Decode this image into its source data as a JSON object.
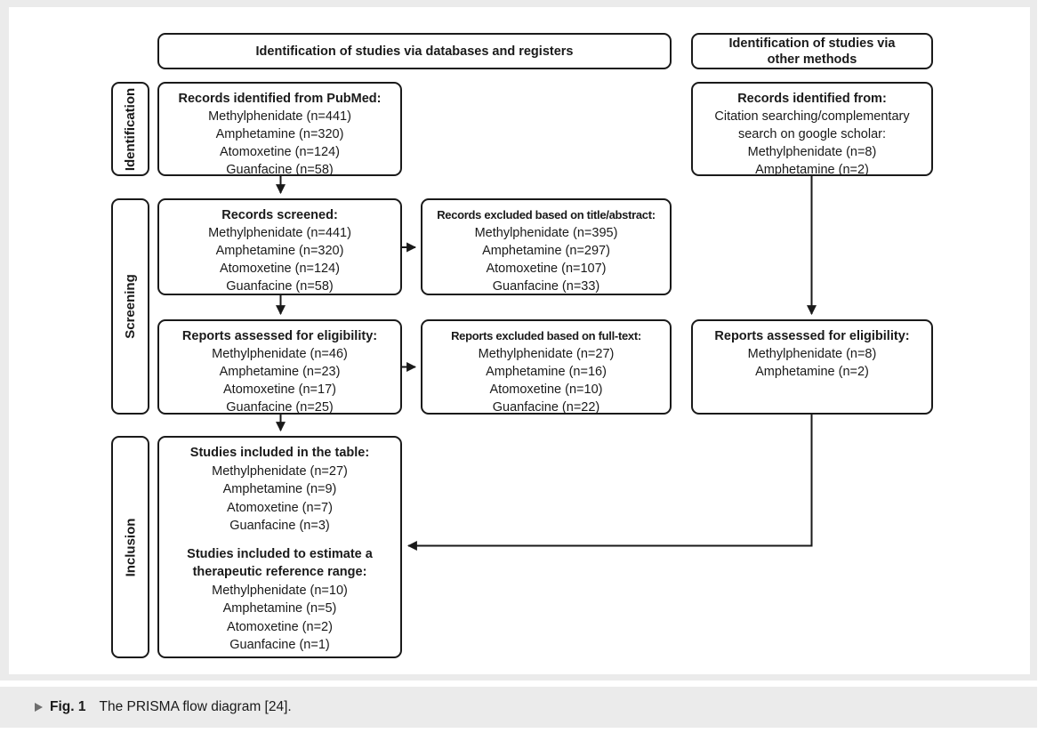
{
  "colors": {
    "ink": "#1a1a1a",
    "panel_gray": "#ebebeb",
    "caption_marker_gray": "#6e6e6e"
  },
  "headers": {
    "databases": {
      "line1": "Identification of studies via databases and registers"
    },
    "other": {
      "line1": "Identification of studies via",
      "line2": "other methods"
    }
  },
  "stage_labels": {
    "identification": "Identification",
    "screening": "Screening",
    "inclusion": "Inclusion"
  },
  "boxes": {
    "records_pubmed": {
      "title": "Records identified from PubMed:",
      "lines": [
        "Methylphenidate (n=441)",
        "Amphetamine (n=320)",
        "Atomoxetine (n=124)",
        "Guanfacine (n=58)"
      ]
    },
    "records_other": {
      "title": "Records identified from:",
      "subtitle_lines": [
        "Citation searching/complementary",
        "search on google scholar:"
      ],
      "lines": [
        "Methylphenidate (n=8)",
        "Amphetamine (n=2)"
      ]
    },
    "records_screened": {
      "title": "Records screened:",
      "lines": [
        "Methylphenidate (n=441)",
        "Amphetamine (n=320)",
        "Atomoxetine (n=124)",
        "Guanfacine (n=58)"
      ]
    },
    "excluded_title_abstract": {
      "title": "Records excluded based on title/abstract:",
      "lines": [
        "Methylphenidate (n=395)",
        "Amphetamine (n=297)",
        "Atomoxetine (n=107)",
        "Guanfacine (n=33)"
      ]
    },
    "reports_assessed": {
      "title": "Reports assessed for eligibility:",
      "lines": [
        "Methylphenidate (n=46)",
        "Amphetamine (n=23)",
        "Atomoxetine (n=17)",
        "Guanfacine (n=25)"
      ]
    },
    "excluded_fulltext": {
      "title": "Reports excluded based on full-text:",
      "lines": [
        "Methylphenidate (n=27)",
        "Amphetamine (n=16)",
        "Atomoxetine (n=10)",
        "Guanfacine (n=22)"
      ]
    },
    "reports_assessed_other": {
      "title": "Reports assessed for eligibility:",
      "lines": [
        "Methylphenidate (n=8)",
        "Amphetamine (n=2)"
      ]
    },
    "studies_included": {
      "title": "Studies included in the table:",
      "lines": [
        "Methylphenidate (n=27)",
        "Amphetamine (n=9)",
        "Atomoxetine (n=7)",
        "Guanfacine (n=3)"
      ],
      "title2_lines": [
        "Studies included to estimate a",
        "therapeutic reference range:"
      ],
      "lines2": [
        "Methylphenidate (n=10)",
        "Amphetamine (n=5)",
        "Atomoxetine (n=2)",
        "Guanfacine (n=1)"
      ]
    }
  },
  "caption": {
    "label": "Fig. 1",
    "text": "The PRISMA flow diagram [24]."
  }
}
